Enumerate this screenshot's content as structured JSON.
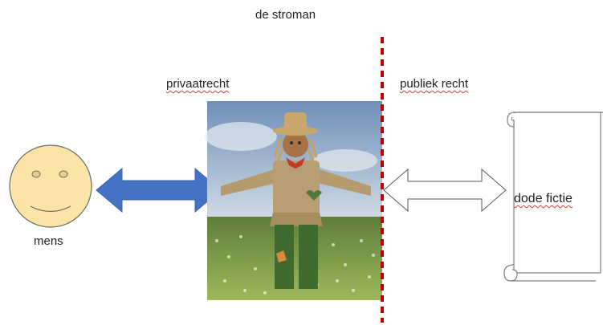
{
  "diagram": {
    "title": "de stroman",
    "left_domain_label": "privaatrecht",
    "right_domain_label": "publiek recht",
    "person_label": "mens",
    "fiction_label": "dode fictie",
    "colors": {
      "arrow_fill": "#4472c4",
      "divider": "#c00000",
      "smiley_fill": "#fbe5a6",
      "smiley_stroke": "#6b6b6b",
      "scroll_stroke": "#7f7f7f",
      "spellcheck_underline": "#d03a3a"
    },
    "icons": [
      "smiley-face-icon",
      "scarecrow-image",
      "double-arrow-icon",
      "scroll-icon"
    ]
  }
}
